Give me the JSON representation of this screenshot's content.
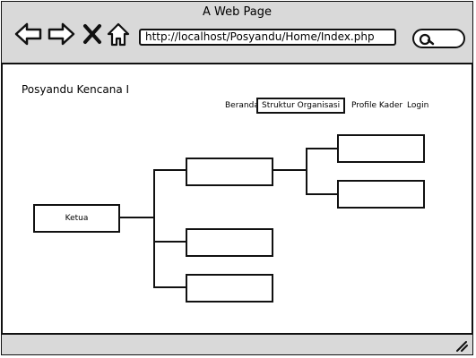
{
  "window": {
    "title": "A Web Page",
    "url": "http://localhost/Posyandu/Home/Index.php"
  },
  "icons": {
    "back": "back-arrow-icon",
    "forward": "forward-arrow-icon",
    "stop": "close-icon",
    "home": "home-icon",
    "search": "search-icon",
    "resize": "resize-grip-icon"
  },
  "page": {
    "site_title": "Posyandu Kencana I",
    "nav": [
      {
        "label": "Beranda",
        "active": false
      },
      {
        "label": "Struktur Organisasi",
        "active": true
      },
      {
        "label": "Profile Kader",
        "active": false
      },
      {
        "label": "Login",
        "active": false
      }
    ],
    "org_chart": {
      "root": {
        "label": "Ketua"
      },
      "children": [
        {
          "label": "",
          "children": [
            {
              "label": ""
            },
            {
              "label": ""
            }
          ]
        },
        {
          "label": ""
        },
        {
          "label": ""
        }
      ]
    }
  },
  "colors": {
    "chrome": "#d9d9d9",
    "border": "#111111",
    "background": "#ffffff"
  }
}
